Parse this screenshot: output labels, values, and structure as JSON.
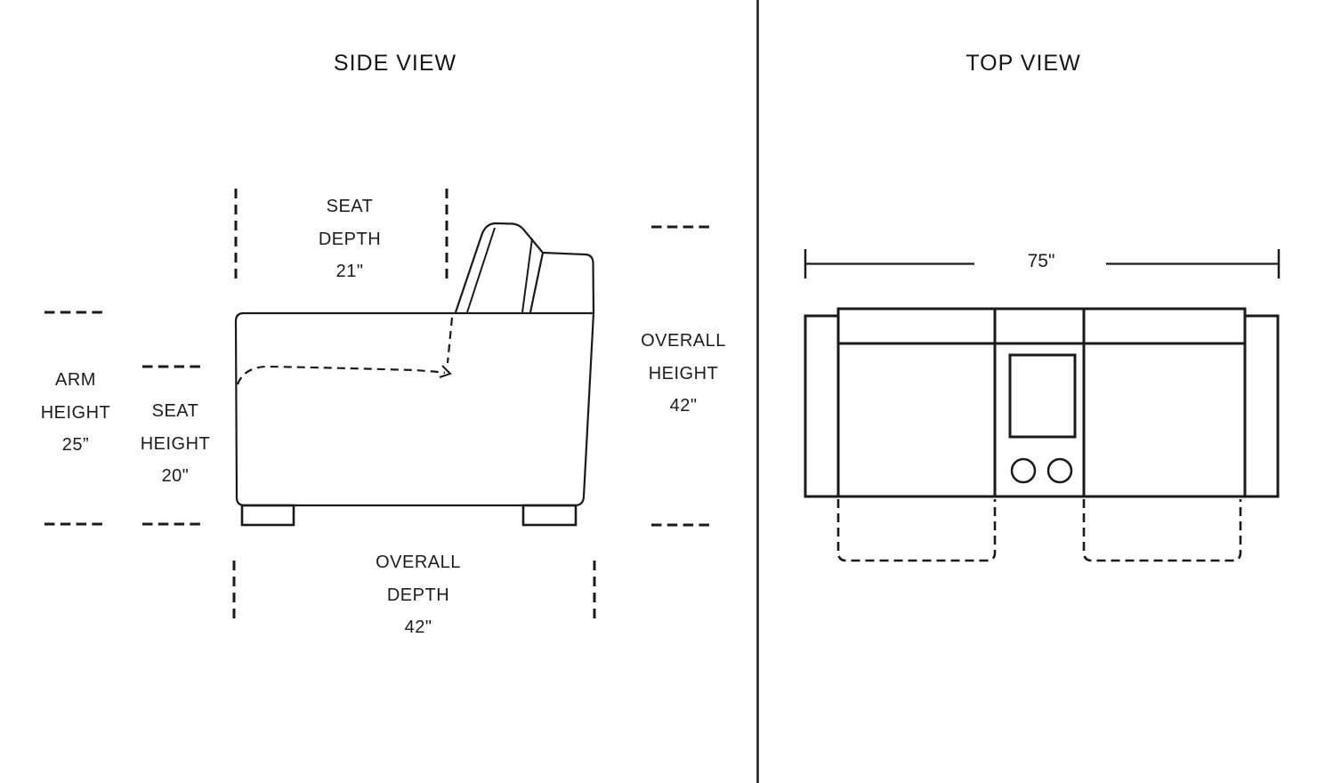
{
  "colors": {
    "ink": "#1a1a1a",
    "background": "#ffffff"
  },
  "side_view": {
    "title": "SIDE VIEW",
    "labels": {
      "seat_depth": "SEAT\nDEPTH\n21\"",
      "arm_height": "ARM\nHEIGHT\n25”",
      "seat_height": "SEAT\nHEIGHT\n20\"",
      "overall_height": "OVERALL\nHEIGHT\n42\"",
      "overall_depth": "OVERALL\nDEPTH\n42\""
    }
  },
  "top_view": {
    "title": "TOP VIEW",
    "labels": {
      "overall_width": "75\""
    }
  }
}
